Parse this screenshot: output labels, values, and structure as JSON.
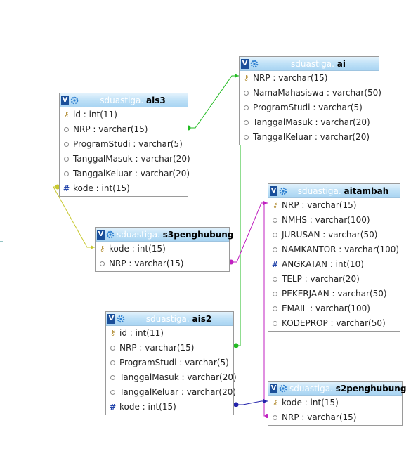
{
  "colors": {
    "link_green": "#22bb22",
    "link_purple": "#c020c0",
    "link_olive": "#c8c830",
    "link_blue": "#2222aa",
    "header_top": "#e3f2fc",
    "header_bottom": "#a8d4f2"
  },
  "tables": {
    "ai": {
      "db": "sduastiga.",
      "name": "ai",
      "columns": [
        {
          "icon": "key-icon",
          "label": "NRP : varchar(15)"
        },
        {
          "icon": "field-icon",
          "label": "NamaMahasiswa : varchar(50)"
        },
        {
          "icon": "field-icon",
          "label": "ProgramStudi : varchar(5)"
        },
        {
          "icon": "field-icon",
          "label": "TanggalMasuk : varchar(20)"
        },
        {
          "icon": "field-icon",
          "label": "TanggalKeluar : varchar(20)"
        }
      ]
    },
    "ais3": {
      "db": "sduastiga.",
      "name": "ais3",
      "columns": [
        {
          "icon": "key-icon",
          "label": "id : int(11)"
        },
        {
          "icon": "field-icon",
          "label": "NRP : varchar(15)"
        },
        {
          "icon": "field-icon",
          "label": "ProgramStudi : varchar(5)"
        },
        {
          "icon": "field-icon",
          "label": "TanggalMasuk : varchar(20)"
        },
        {
          "icon": "field-icon",
          "label": "TanggalKeluar : varchar(20)"
        },
        {
          "icon": "index-icon",
          "label": "kode : int(15)"
        }
      ]
    },
    "aitambah": {
      "db": "sduastiga.",
      "name": "aitambah",
      "columns": [
        {
          "icon": "key-icon",
          "label": "NRP : varchar(15)"
        },
        {
          "icon": "field-icon",
          "label": "NMHS : varchar(100)"
        },
        {
          "icon": "field-icon",
          "label": "JURUSAN : varchar(50)"
        },
        {
          "icon": "field-icon",
          "label": "NAMKANTOR : varchar(100)"
        },
        {
          "icon": "index-icon",
          "label": "ANGKATAN : int(10)"
        },
        {
          "icon": "field-icon",
          "label": "TELP : varchar(20)"
        },
        {
          "icon": "field-icon",
          "label": "PEKERJAAN : varchar(50)"
        },
        {
          "icon": "field-icon",
          "label": "EMAIL : varchar(100)"
        },
        {
          "icon": "field-icon",
          "label": "KODEPROP : varchar(50)"
        }
      ]
    },
    "s3penghubung": {
      "db": "sduastiga.",
      "name": "s3penghubung",
      "columns": [
        {
          "icon": "key-icon",
          "label": "kode : int(15)"
        },
        {
          "icon": "field-icon",
          "label": "NRP : varchar(15)"
        }
      ]
    },
    "ais2": {
      "db": "sduastiga.",
      "name": "ais2",
      "columns": [
        {
          "icon": "key-icon",
          "label": "id : int(11)"
        },
        {
          "icon": "field-icon",
          "label": "NRP : varchar(15)"
        },
        {
          "icon": "field-icon",
          "label": "ProgramStudi : varchar(5)"
        },
        {
          "icon": "field-icon",
          "label": "TanggalMasuk : varchar(20)"
        },
        {
          "icon": "field-icon",
          "label": "TanggalKeluar : varchar(20)"
        },
        {
          "icon": "index-icon",
          "label": "kode : int(15)"
        }
      ]
    },
    "s2penghubung": {
      "db": "sduastiga.",
      "name": "s2penghubung",
      "columns": [
        {
          "icon": "key-icon",
          "label": "kode : int(15)"
        },
        {
          "icon": "field-icon",
          "label": "NRP : varchar(15)"
        }
      ]
    }
  }
}
